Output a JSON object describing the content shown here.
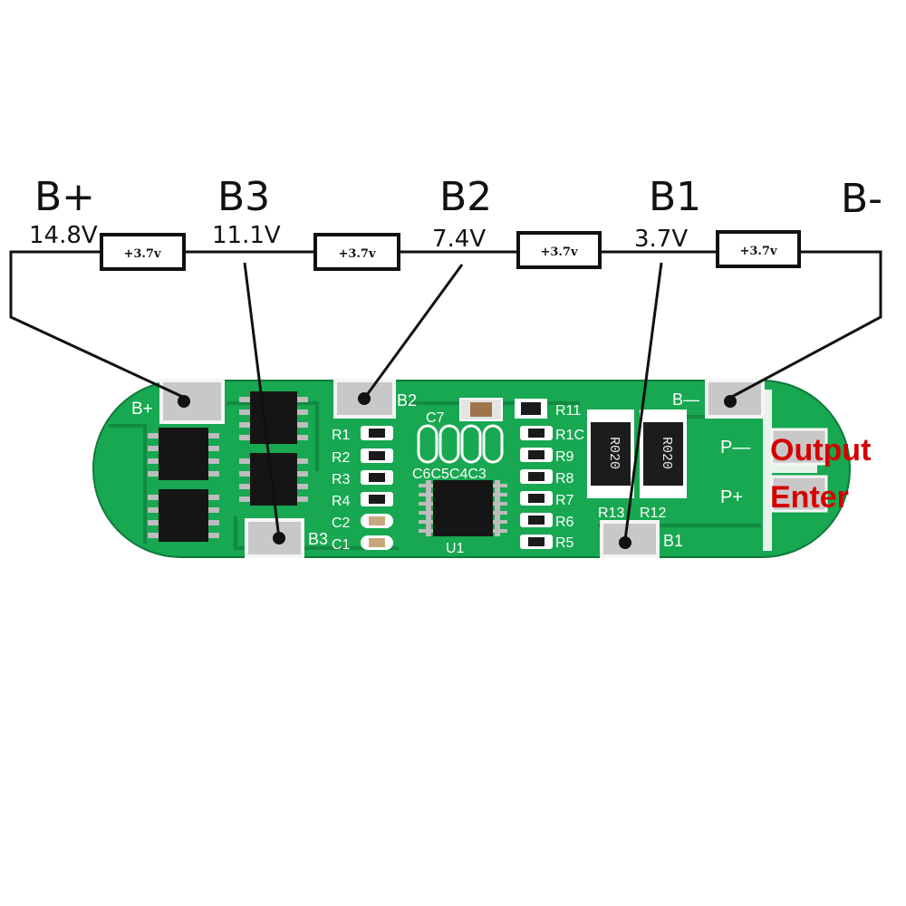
{
  "nodes": {
    "bplus": {
      "name": "B+",
      "voltage": "14.8V"
    },
    "b3": {
      "name": "B3",
      "voltage": "11.1V"
    },
    "b2": {
      "name": "B2",
      "voltage": "7.4V"
    },
    "b1": {
      "name": "B1",
      "voltage": "3.7V"
    },
    "bminus": {
      "name": "B-"
    }
  },
  "cells": [
    "+3.7v",
    "+3.7v",
    "+3.7v",
    "+3.7v"
  ],
  "pcb": {
    "pads": {
      "bplus": "B+",
      "b3": "B3",
      "b2": "B2",
      "b1": "B1",
      "bminus": "B—",
      "pminus": "P—",
      "pplus": "P+"
    },
    "resistors_left": [
      "R1",
      "R2",
      "R3",
      "R4",
      "C2",
      "C1"
    ],
    "resistors_right": [
      "R11",
      "R1C",
      "R9",
      "R8",
      "R7",
      "R6",
      "R5"
    ],
    "caps_top": "C7",
    "caps_row": "C6C5C4C3",
    "ic": "U1",
    "shunts": [
      "R13",
      "R12"
    ],
    "shunt_marking": "R020"
  },
  "output_label": [
    "Output",
    "Enter"
  ],
  "colors": {
    "pcb": "#17a851",
    "pcb_dark": "#128a42",
    "output_label": "#d40000"
  }
}
